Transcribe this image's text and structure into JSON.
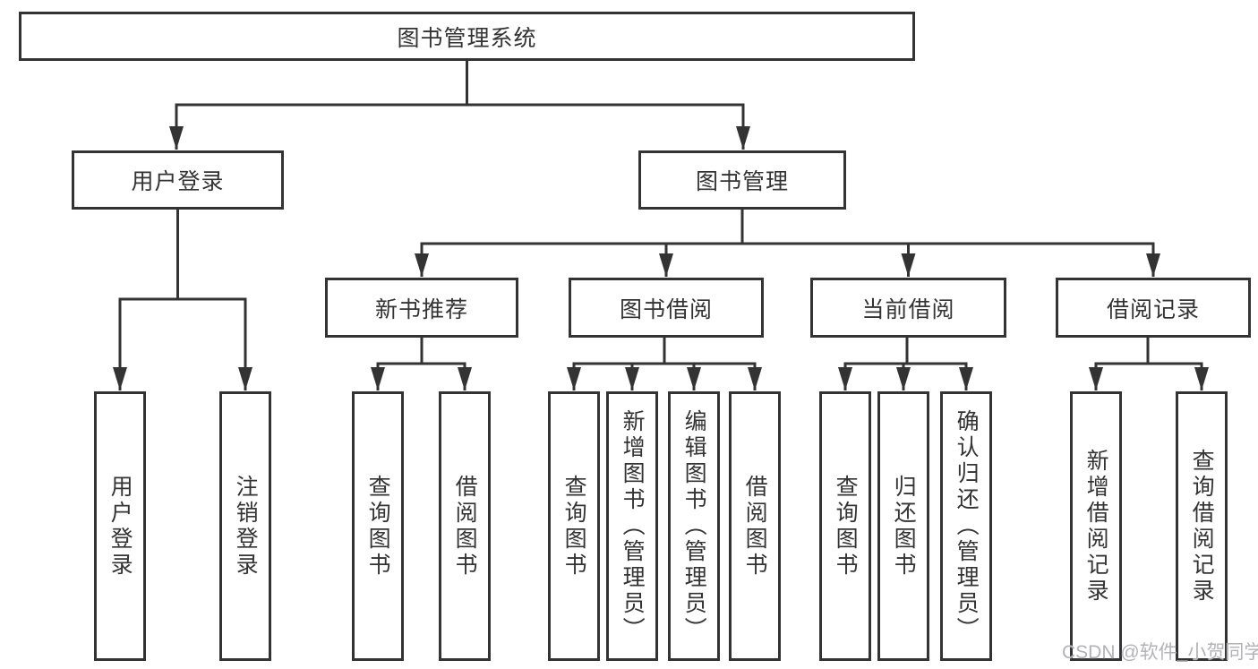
{
  "diagram_title": "图书管理系统",
  "tree": {
    "label": "图书管理系统",
    "children": [
      {
        "label": "用户登录",
        "children": [
          {
            "label": "用户登录"
          },
          {
            "label": "注销登录"
          }
        ]
      },
      {
        "label": "图书管理",
        "children": [
          {
            "label": "新书推荐",
            "children": [
              {
                "label": "查询图书"
              },
              {
                "label": "借阅图书"
              }
            ]
          },
          {
            "label": "图书借阅",
            "children": [
              {
                "label": "查询图书"
              },
              {
                "label": "新增图书（管理员）"
              },
              {
                "label": "编辑图书（管理员）"
              },
              {
                "label": "借阅图书"
              }
            ]
          },
          {
            "label": "当前借阅",
            "children": [
              {
                "label": "查询图书"
              },
              {
                "label": "归还图书"
              },
              {
                "label": "确认归还（管理员）"
              }
            ]
          },
          {
            "label": "借阅记录",
            "children": [
              {
                "label": "新增借阅记录"
              },
              {
                "label": "查询借阅记录"
              }
            ]
          }
        ]
      }
    ]
  },
  "watermark": {
    "text": "CSDN @软件_小贺同学"
  },
  "colors": {
    "line": "#333333",
    "box_border": "#333333",
    "text": "#333333",
    "watermark": "#b3b3b7",
    "background": "#ffffff"
  }
}
